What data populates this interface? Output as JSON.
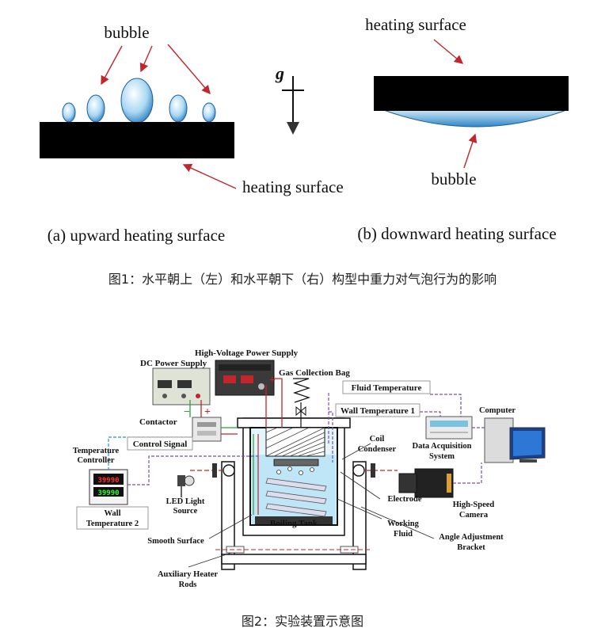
{
  "figure1": {
    "panel_a": {
      "bubble_label": "bubble",
      "surface_label": "heating surface",
      "caption": "(a) upward heating surface"
    },
    "gravity_label": "g",
    "panel_b": {
      "surface_label": "heating surface",
      "bubble_label": "bubble",
      "caption": "(b) downward heating surface"
    },
    "caption": "图1：水平朝上（左）和水平朝下（右）构型中重力对气泡行为的影响"
  },
  "figure2": {
    "labels": {
      "hv_power": "High-Voltage Power Supply",
      "dc_power": "DC Power Supply",
      "gas_bag": "Gas Collection Bag",
      "fluid_temp": "Fluid Temperature",
      "wall_temp1": "Wall Temperature 1",
      "contactor": "Contactor",
      "control_signal": "Control Signal",
      "temp_ctrl_1": "Temperature",
      "temp_ctrl_2": "Controller",
      "wall_temp2_1": "Wall",
      "wall_temp2_2": "Temperature 2",
      "led_1": "LED Light",
      "led_2": "Source",
      "smooth_surface": "Smooth Surface",
      "boiling_tank": "Boiling Tank",
      "aux_1": "Auxiliary Heater",
      "aux_2": "Rods",
      "coil_1": "Coil",
      "coil_2": "Condenser",
      "daq_1": "Data Acquisition",
      "daq_2": "System",
      "computer": "Computer",
      "electrode": "Electrode",
      "working_1": "Working",
      "working_2": "Fluid",
      "angle_1": "Angle Adjustment",
      "angle_2": "Bracket",
      "camera_1": "High-Speed",
      "camera_2": "Camera",
      "plus": "+",
      "minus": "−"
    },
    "displays": {
      "controller_top": "39990",
      "controller_bottom": "39990"
    },
    "caption": "图2：实验装置示意图"
  }
}
